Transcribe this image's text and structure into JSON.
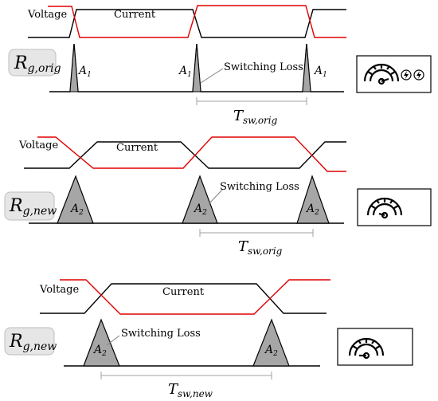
{
  "panels": [
    {
      "voltage_label": "Voltage",
      "current_label": "Current",
      "rg": {
        "main": "R",
        "sub": "g,orig"
      },
      "area": {
        "main": "A",
        "sub": "1"
      },
      "loss_label": "Switching Loss",
      "period": {
        "main": "T",
        "sub": "sw,orig"
      },
      "gauge_icon": "speedometer-fast-with-lightning-icons"
    },
    {
      "voltage_label": "Voltage",
      "current_label": "Current",
      "rg": {
        "main": "R",
        "sub": "g,new"
      },
      "area": {
        "main": "A",
        "sub": "2"
      },
      "loss_label": "Switching Loss",
      "period": {
        "main": "T",
        "sub": "sw,orig"
      },
      "gauge_icon": "speedometer-medium-icon"
    },
    {
      "voltage_label": "Voltage",
      "current_label": "Current",
      "rg": {
        "main": "R",
        "sub": "g,new"
      },
      "area": {
        "main": "A",
        "sub": "2"
      },
      "loss_label": "Switching Loss",
      "period": {
        "main": "T",
        "sub": "sw,new"
      },
      "gauge_icon": "speedometer-slow-icon"
    }
  ],
  "colors": {
    "voltage": "#e00000",
    "current": "#000000",
    "loss_fill": "#a6a6a6"
  }
}
